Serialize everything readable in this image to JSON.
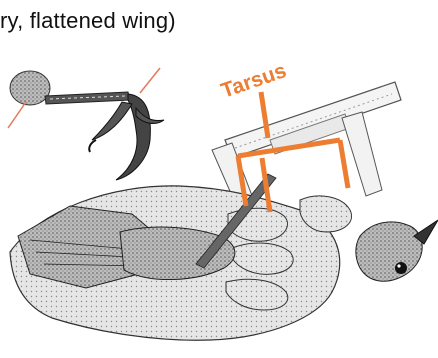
{
  "caption": "ry, flattened wing)",
  "label": {
    "text": "Tarsus"
  },
  "colors": {
    "accent": "#ED7D31",
    "ink": "#2a2a2a",
    "pointer": "#E4795B"
  },
  "icons": [
    "bird-foot-sketch",
    "caliper-tool",
    "hand-holding-bird",
    "bird-head",
    "bracket-marker"
  ]
}
